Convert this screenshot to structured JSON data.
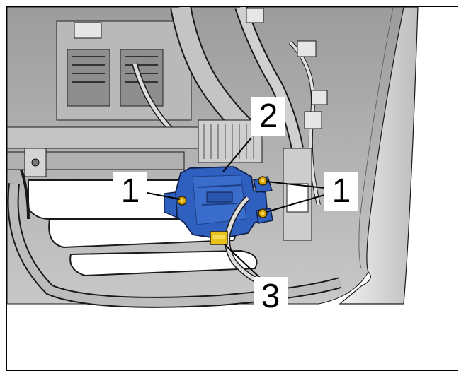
{
  "figure": {
    "callouts": [
      {
        "id": "c1-left",
        "label": "1"
      },
      {
        "id": "c2",
        "label": "2"
      },
      {
        "id": "c1-right",
        "label": "1"
      },
      {
        "id": "c3",
        "label": "3"
      }
    ]
  },
  "colors": {
    "module": "#2f5fbf",
    "module_dark": "#1d3f8a",
    "connector": "#e8c21a",
    "bolt": "#d9a400",
    "metal_light": "#d7d7d7",
    "metal_mid": "#a9a9a9",
    "metal_dark": "#555555",
    "outline": "#1a1a1a"
  }
}
